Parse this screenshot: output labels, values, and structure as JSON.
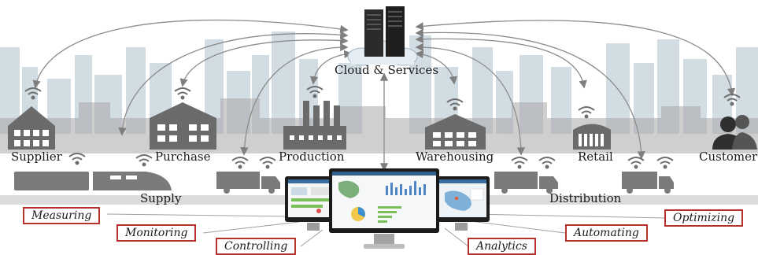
{
  "hub": {
    "label": "Cloud & Services",
    "icon": "server-icon"
  },
  "nodes": [
    {
      "id": "supplier",
      "label": "Supplier",
      "icon": "supplier-house-icon"
    },
    {
      "id": "purchase",
      "label": "Purchase",
      "icon": "warehouse-icon"
    },
    {
      "id": "production",
      "label": "Production",
      "icon": "factory-icon"
    },
    {
      "id": "warehousing",
      "label": "Warehousing",
      "icon": "warehouse-icon"
    },
    {
      "id": "retail",
      "label": "Retail",
      "icon": "store-icon"
    },
    {
      "id": "customer",
      "label": "Customer",
      "icon": "customer-icon"
    }
  ],
  "transport": {
    "supply": "Supply",
    "distribution": "Distribution"
  },
  "functions": [
    "Measuring",
    "Monitoring",
    "Controlling",
    "Analytics",
    "Automating",
    "Optimizing"
  ],
  "colors": {
    "icon": "#6e6e6e",
    "skyline": "#b9c8d2",
    "box_border": "#b5312b",
    "arrow": "#8c8c8c"
  }
}
